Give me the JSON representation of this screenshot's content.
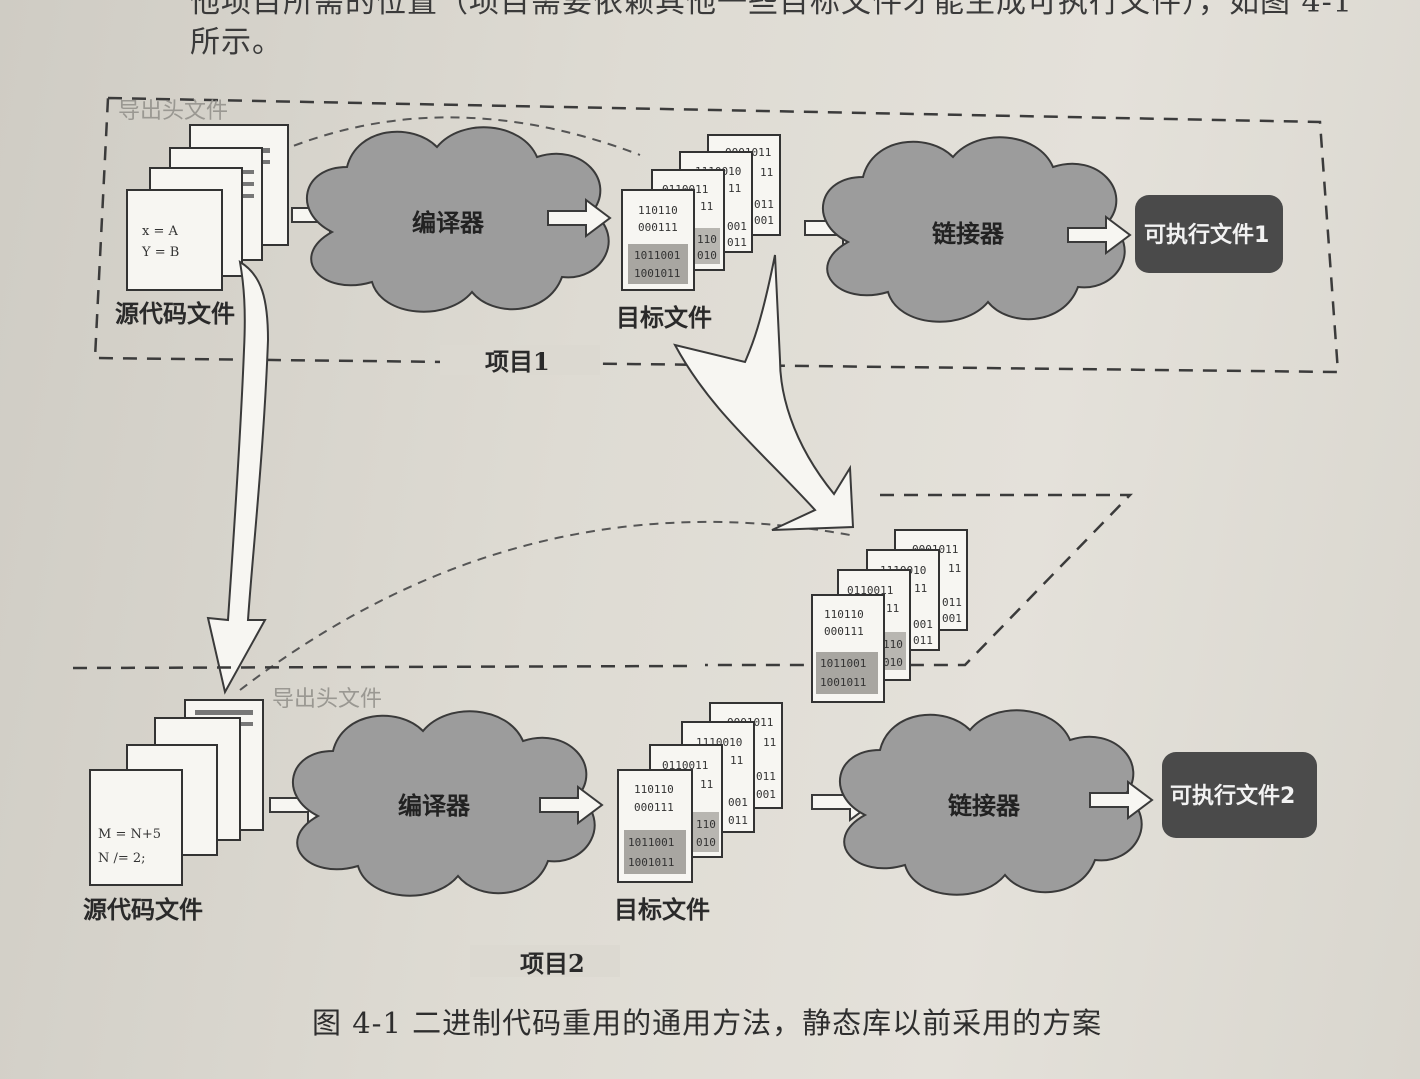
{
  "intro": {
    "line1": "他项目所需的位置（项目需要依赖其他一些目标文件才能生成可执行文件），如图 4-1",
    "line2": "所示。"
  },
  "project1": {
    "label": "项目1",
    "export_header": "导出头文件",
    "source_label": "源代码文件",
    "source_code": [
      "x = A",
      "Y = B"
    ],
    "compiler": "编译器",
    "object_label": "目标文件",
    "linker": "链接器",
    "executable": "可执行文件1"
  },
  "project2": {
    "label": "项目2",
    "export_header": "导出头文件",
    "source_label": "源代码文件",
    "source_code": [
      "M = N+5",
      "N /= 2;"
    ],
    "compiler": "编译器",
    "object_label": "目标文件",
    "linker": "链接器",
    "executable": "可执行文件2"
  },
  "object_file_content": {
    "front": [
      "110110",
      "000111",
      "1011001",
      "1001011"
    ],
    "second": [
      "0110011",
      "11",
      "110",
      "010"
    ],
    "third": [
      "1110010",
      "11",
      "001",
      "011"
    ],
    "back": [
      "0001011",
      "11",
      "011",
      "001"
    ]
  },
  "caption": "图 4-1   二进制代码重用的通用方法，静态库以前采用的方案"
}
